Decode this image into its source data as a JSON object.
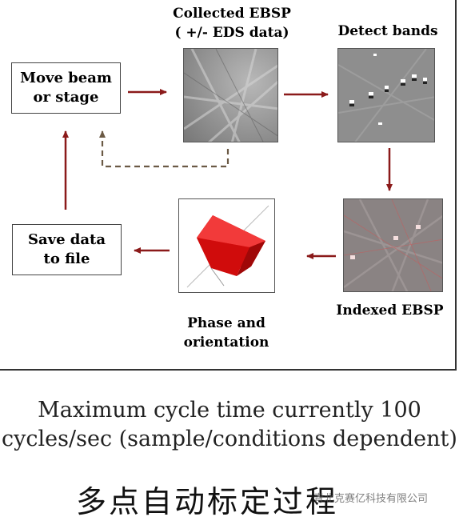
{
  "diagram": {
    "move_box": "Move beam\nor stage",
    "collected_label": "Collected EBSP\n( +/- EDS data)",
    "detect_label": "Detect bands",
    "indexed_label": "Indexed EBSP",
    "phase_label": "Phase and\norientation",
    "save_box": "Save data\nto file"
  },
  "caption": "Maximum cycle time currently 100\ncycles/sec (sample/conditions dependent)",
  "cn_title": "多点自动标定过程",
  "watermark": "青北克赛亿科技有限公司",
  "colors": {
    "arrow": "#8b1a1a",
    "dashed": "#6b5a45",
    "crystal": "#e01010"
  }
}
